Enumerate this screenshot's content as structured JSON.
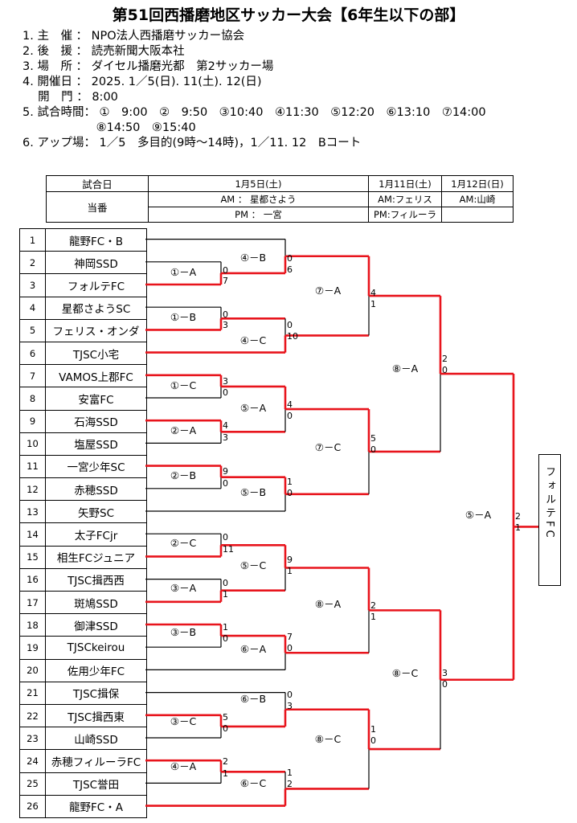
{
  "title": "第51回西播磨地区サッカー大会【6年生以下の部】",
  "info": [
    "1. 主　催 ： NPO法人西播磨サッカー協会",
    "2. 後　援 ： 読売新聞大阪本社",
    "3. 場　所 ： ダイセル播磨光都　第2サッカー場",
    "4. 開催日 ： 2025. 1／5(日). 11(土). 12(日)",
    "　 開　門 ： 8:00",
    "5. 試合時間： ①　9:00　②　9:50　③10:40　④11:30　⑤12:20　⑥13:10　⑦14:00",
    "　　　　　　 ⑧14:50　⑨15:40",
    "6. アップ場： 1／5　多目的(9時～14時)，1／11. 12　Bコート"
  ],
  "schedule": {
    "header_label": "試合日",
    "duty_label": "当番",
    "dates": [
      "1月5日(土)",
      "1月11日(土)",
      "1月12日(日)"
    ],
    "am_0105": "AM ： 星都さよう",
    "pm_0105": "PM ： 一宮",
    "am_0111": "AM:フェリス",
    "pm_0111": "PM:フィルーラ",
    "am_0112": "AM:山崎"
  },
  "teams": [
    {
      "no": "1",
      "name": "龍野FC・B"
    },
    {
      "no": "2",
      "name": "神岡SSD"
    },
    {
      "no": "3",
      "name": "フォルテFC"
    },
    {
      "no": "4",
      "name": "星都さようSC"
    },
    {
      "no": "5",
      "name": "フェリス・オンダ"
    },
    {
      "no": "6",
      "name": "TJSC小宅"
    },
    {
      "no": "7",
      "name": "VAMOS上郡FC"
    },
    {
      "no": "8",
      "name": "安富FC"
    },
    {
      "no": "9",
      "name": "石海SSD"
    },
    {
      "no": "10",
      "name": "塩屋SSD"
    },
    {
      "no": "11",
      "name": "一宮少年SC"
    },
    {
      "no": "12",
      "name": "赤穂SSD"
    },
    {
      "no": "13",
      "name": "矢野SC"
    },
    {
      "no": "14",
      "name": "太子FCjr"
    },
    {
      "no": "15",
      "name": "相生FCジュニア"
    },
    {
      "no": "16",
      "name": "TJSC揖西西"
    },
    {
      "no": "17",
      "name": "斑鳩SSD"
    },
    {
      "no": "18",
      "name": "御津SSD"
    },
    {
      "no": "19",
      "name": "TJSCkeirou"
    },
    {
      "no": "20",
      "name": "佐用少年FC"
    },
    {
      "no": "21",
      "name": "TJSC揖保"
    },
    {
      "no": "22",
      "name": "TJSC揖西東"
    },
    {
      "no": "23",
      "name": "山崎SSD"
    },
    {
      "no": "24",
      "name": "赤穂フィルーラFC"
    },
    {
      "no": "25",
      "name": "TJSC誉田"
    },
    {
      "no": "26",
      "name": "龍野FC・A"
    }
  ],
  "champion": "フォルテFC",
  "match_labels": [
    "④－B",
    "①－A",
    "①－B",
    "④－C",
    "⑦－A",
    "①－C",
    "⑤－A",
    "②－A",
    "⑦－C",
    "②－B",
    "⑤－B",
    "⑧－A",
    "②－C",
    "⑤－C",
    "③－A",
    "⑧－A",
    "③－B",
    "⑥－A",
    "⑧－C",
    "⑥－B",
    "③－C",
    "⑧－C",
    "④－A",
    "⑥－C",
    "⑤－A"
  ],
  "scores": [
    "0",
    "6",
    "0",
    "7",
    "0",
    "3",
    "0",
    "10",
    "4",
    "1",
    "3",
    "0",
    "4",
    "0",
    "4",
    "3",
    "5",
    "0",
    "9",
    "0",
    "1",
    "0",
    "2",
    "0",
    "0",
    "11",
    "9",
    "1",
    "0",
    "1",
    "2",
    "1",
    "1",
    "0",
    "7",
    "0",
    "3",
    "0",
    "0",
    "3",
    "5",
    "0",
    "1",
    "0",
    "2",
    "1",
    "1",
    "2",
    "2",
    "1"
  ],
  "colors": {
    "win": "#e8141c",
    "line": "#000000"
  }
}
